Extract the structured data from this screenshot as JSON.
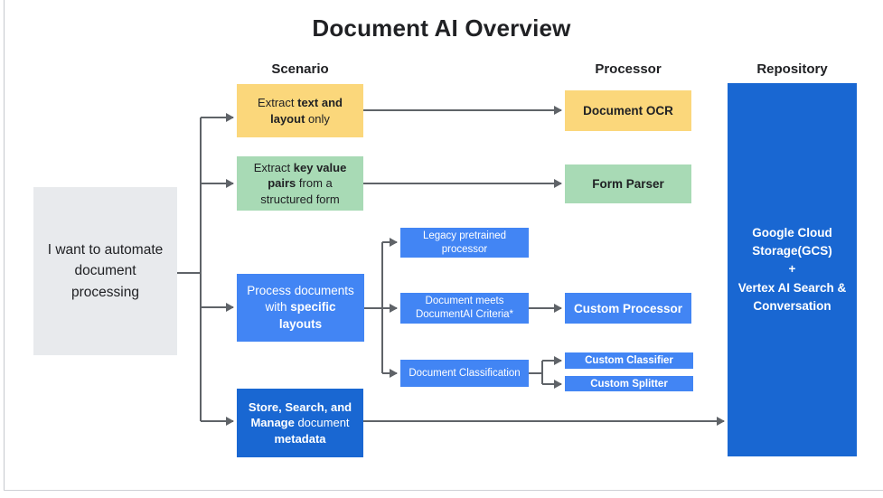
{
  "title": "Document AI Overview",
  "columns": {
    "scenario": "Scenario",
    "processor": "Processor",
    "repository": "Repository"
  },
  "root_box": {
    "text": "I want to automate document processing"
  },
  "scenarios": {
    "extract_text": {
      "pre": "Extract ",
      "bold": "text and layout",
      "post": " only"
    },
    "extract_pairs": {
      "pre": "Extract ",
      "bold": "key value pairs",
      "post": " from a structured form"
    },
    "specific_layouts": {
      "pre": "Process documents with ",
      "bold": "specific layouts",
      "post": ""
    },
    "store_manage": {
      "bold1": "Store, Search, and Manage",
      "mid": " document ",
      "bold2": "metadata"
    }
  },
  "branches": {
    "legacy": "Legacy pretrained processor",
    "criteria": "Document meets DocumentAI Criteria*",
    "classification": "Document Classification"
  },
  "processors": {
    "ocr": "Document OCR",
    "form_parser": "Form Parser",
    "custom_processor": "Custom Processor",
    "custom_classifier": "Custom Classifier",
    "custom_splitter": "Custom Splitter"
  },
  "repository": {
    "line1": "Google Cloud Storage(GCS)",
    "line2": "+",
    "line3": "Vertex AI Search & Conversation"
  },
  "colors": {
    "yellow": "#FBD77B",
    "green": "#A8DAB5",
    "blue": "#4285F4",
    "dark_blue": "#1967D2",
    "gray": "#E8EAED",
    "arrow": "#5F6368"
  }
}
